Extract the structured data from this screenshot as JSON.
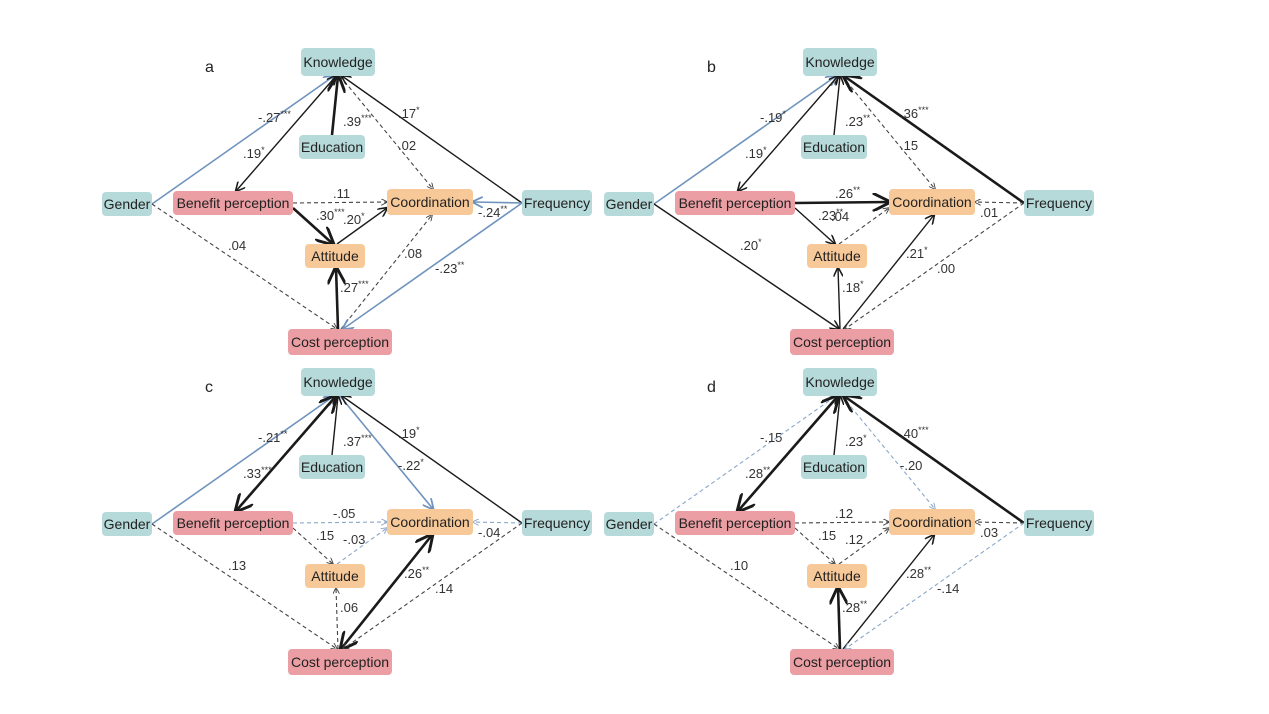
{
  "colors": {
    "teal": "#b6d9d9",
    "pink": "#eb9ea3",
    "orange": "#f7c898",
    "black_line": "#1a1a1a",
    "blue_line": "#6f93bd",
    "dashed_black": "#444444",
    "dashed_blue": "#8aa6c8"
  },
  "nodes": {
    "knowledge": {
      "label": "Knowledge",
      "color": "teal"
    },
    "education": {
      "label": "Education",
      "color": "teal"
    },
    "gender": {
      "label": "Gender",
      "color": "teal"
    },
    "frequency": {
      "label": "Frequency",
      "color": "teal"
    },
    "benefit": {
      "label": "Benefit perception",
      "color": "pink"
    },
    "cost": {
      "label": "Cost perception",
      "color": "pink"
    },
    "coordination": {
      "label": "Coordination",
      "color": "orange"
    },
    "attitude": {
      "label": "Attitude",
      "color": "orange"
    }
  },
  "panels": [
    {
      "letter": "a",
      "paths": [
        {
          "from": "gender",
          "to": "knowledge",
          "coef": "-.27***",
          "style": "blue"
        },
        {
          "from": "education",
          "to": "knowledge",
          "coef": ".39***",
          "style": "bold"
        },
        {
          "from": "knowledge",
          "to": "benefit",
          "coef": ".19*",
          "style": "solid",
          "double": true
        },
        {
          "from": "knowledge",
          "to": "coordination",
          "coef": ".02",
          "style": "dashed"
        },
        {
          "from": "frequency",
          "to": "knowledge",
          "coef": ".17*",
          "style": "solid"
        },
        {
          "from": "benefit",
          "to": "coordination",
          "coef": ".11",
          "style": "dashed"
        },
        {
          "from": "benefit",
          "to": "attitude",
          "coef": ".30***",
          "style": "bold"
        },
        {
          "from": "attitude",
          "to": "coordination",
          "coef": ".20*",
          "style": "solid"
        },
        {
          "from": "frequency",
          "to": "coordination",
          "coef": "-.24**",
          "style": "blue"
        },
        {
          "from": "gender",
          "to": "cost",
          "coef": ".04",
          "style": "dashed"
        },
        {
          "from": "cost",
          "to": "attitude",
          "coef": ".27***",
          "style": "bold"
        },
        {
          "from": "cost",
          "to": "coordination",
          "coef": ".08",
          "style": "dashed"
        },
        {
          "from": "frequency",
          "to": "cost",
          "coef": "-.23**",
          "style": "blue"
        }
      ]
    },
    {
      "letter": "b",
      "paths": [
        {
          "from": "gender",
          "to": "knowledge",
          "coef": "-.19*",
          "style": "blue"
        },
        {
          "from": "education",
          "to": "knowledge",
          "coef": ".23**",
          "style": "solid"
        },
        {
          "from": "knowledge",
          "to": "benefit",
          "coef": ".19*",
          "style": "solid",
          "double": true
        },
        {
          "from": "knowledge",
          "to": "coordination",
          "coef": ".15",
          "style": "dashed"
        },
        {
          "from": "frequency",
          "to": "knowledge",
          "coef": ".36***",
          "style": "bold"
        },
        {
          "from": "benefit",
          "to": "coordination",
          "coef": ".26**",
          "style": "bold"
        },
        {
          "from": "benefit",
          "to": "attitude",
          "coef": ".23**",
          "style": "solid"
        },
        {
          "from": "attitude",
          "to": "coordination",
          "coef": ".04",
          "style": "dashed"
        },
        {
          "from": "frequency",
          "to": "coordination",
          "coef": ".01",
          "style": "dashed"
        },
        {
          "from": "gender",
          "to": "cost",
          "coef": ".20*",
          "style": "solid"
        },
        {
          "from": "cost",
          "to": "attitude",
          "coef": ".18*",
          "style": "solid"
        },
        {
          "from": "cost",
          "to": "coordination",
          "coef": ".21*",
          "style": "solid"
        },
        {
          "from": "frequency",
          "to": "cost",
          "coef": ".00",
          "style": "dashed"
        }
      ]
    },
    {
      "letter": "c",
      "paths": [
        {
          "from": "gender",
          "to": "knowledge",
          "coef": "-.21**",
          "style": "blue"
        },
        {
          "from": "education",
          "to": "knowledge",
          "coef": ".37***",
          "style": "solid"
        },
        {
          "from": "knowledge",
          "to": "benefit",
          "coef": ".33***",
          "style": "bold",
          "double": true
        },
        {
          "from": "knowledge",
          "to": "coordination",
          "coef": "-.22*",
          "style": "blue"
        },
        {
          "from": "frequency",
          "to": "knowledge",
          "coef": ".19*",
          "style": "solid"
        },
        {
          "from": "benefit",
          "to": "coordination",
          "coef": "-.05",
          "style": "dashed_blue"
        },
        {
          "from": "benefit",
          "to": "attitude",
          "coef": ".15",
          "style": "dashed"
        },
        {
          "from": "attitude",
          "to": "coordination",
          "coef": "-.03",
          "style": "dashed_blue"
        },
        {
          "from": "frequency",
          "to": "coordination",
          "coef": "-.04",
          "style": "dashed_blue"
        },
        {
          "from": "gender",
          "to": "cost",
          "coef": ".13",
          "style": "dashed"
        },
        {
          "from": "cost",
          "to": "attitude",
          "coef": ".06",
          "style": "dashed"
        },
        {
          "from": "cost",
          "to": "coordination",
          "coef": ".26**",
          "style": "bold",
          "double": true
        },
        {
          "from": "frequency",
          "to": "cost",
          "coef": ".14",
          "style": "dashed"
        }
      ]
    },
    {
      "letter": "d",
      "paths": [
        {
          "from": "gender",
          "to": "knowledge",
          "coef": "-.15",
          "style": "dashed_blue"
        },
        {
          "from": "education",
          "to": "knowledge",
          "coef": ".23*",
          "style": "solid"
        },
        {
          "from": "knowledge",
          "to": "benefit",
          "coef": ".28**",
          "style": "bold",
          "double": true
        },
        {
          "from": "knowledge",
          "to": "coordination",
          "coef": "-.20",
          "style": "dashed_blue"
        },
        {
          "from": "frequency",
          "to": "knowledge",
          "coef": ".40***",
          "style": "bold"
        },
        {
          "from": "benefit",
          "to": "coordination",
          "coef": ".12",
          "style": "dashed"
        },
        {
          "from": "benefit",
          "to": "attitude",
          "coef": ".15",
          "style": "dashed"
        },
        {
          "from": "attitude",
          "to": "coordination",
          "coef": ".12",
          "style": "dashed"
        },
        {
          "from": "frequency",
          "to": "coordination",
          "coef": ".03",
          "style": "dashed"
        },
        {
          "from": "gender",
          "to": "cost",
          "coef": ".10",
          "style": "dashed"
        },
        {
          "from": "cost",
          "to": "attitude",
          "coef": ".28**",
          "style": "bold"
        },
        {
          "from": "cost",
          "to": "coordination",
          "coef": ".28**",
          "style": "solid"
        },
        {
          "from": "frequency",
          "to": "cost",
          "coef": "-.14",
          "style": "dashed_blue"
        }
      ]
    }
  ]
}
